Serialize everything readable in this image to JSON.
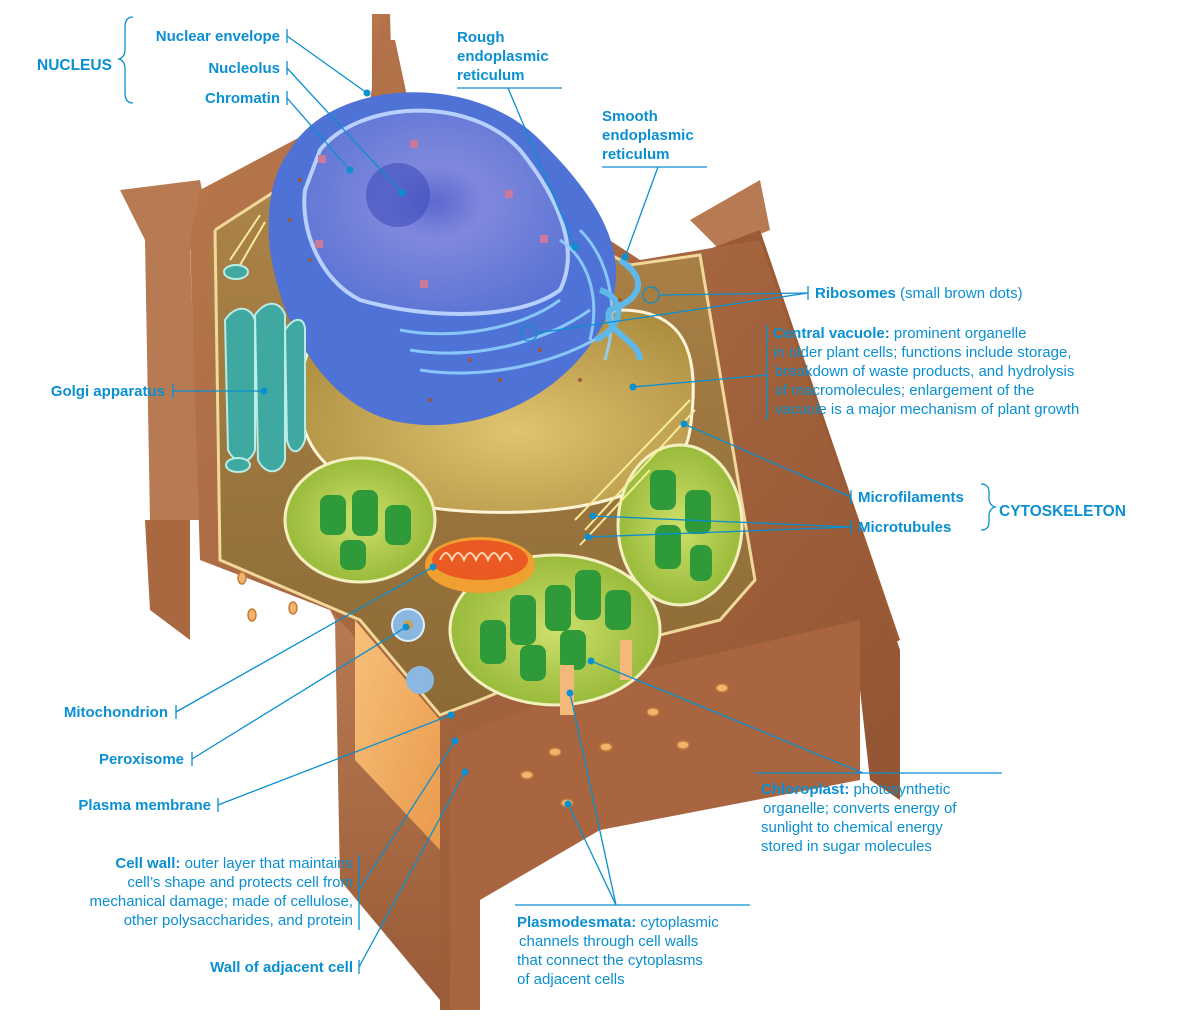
{
  "diagram": {
    "title": "Plant cell",
    "label_color": "#0a8fd0",
    "groups": {
      "nucleus": "NUCLEUS",
      "cytoskeleton": "CYTOSKELETON"
    },
    "labels": {
      "nuclear_envelope": "Nuclear envelope",
      "nucleolus": "Nucleolus",
      "chromatin": "Chromatin",
      "rough_er": [
        "Rough",
        "endoplasmic",
        "reticulum"
      ],
      "smooth_er": [
        "Smooth",
        "endoplasmic",
        "reticulum"
      ],
      "ribosomes": {
        "term": "Ribosomes",
        "desc": " (small brown dots)"
      },
      "central_vacuole": {
        "term": "Central vacuole:",
        "lines": [
          " prominent organelle",
          "in older plant cells; functions include storage,",
          "breakdown of waste products, and hydrolysis",
          "of macromolecules; enlargement of the",
          "vacuole is a major mechanism of plant growth"
        ]
      },
      "microfilaments": "Microfilaments",
      "microtubules": "Microtubules",
      "golgi": "Golgi apparatus",
      "mitochondrion": "Mitochondrion",
      "peroxisome": "Peroxisome",
      "plasma_membrane": "Plasma membrane",
      "cell_wall": {
        "term": "Cell wall:",
        "lines": [
          " outer layer that maintains",
          "cell’s shape and protects cell from",
          "mechanical damage; made of cellulose,",
          "other polysaccharides, and protein"
        ]
      },
      "wall_adjacent": "Wall of adjacent cell",
      "chloroplast": {
        "term": "Chloroplast:",
        "lines": [
          " photosynthetic",
          "organelle; converts energy of",
          "sunlight to chemical energy",
          "stored in sugar molecules"
        ]
      },
      "plasmodesmata": {
        "term": "Plasmodesmata:",
        "lines": [
          " cytoplasmic",
          "channels through cell walls",
          "that connect the cytoplasms",
          "of adjacent cells"
        ]
      }
    }
  }
}
